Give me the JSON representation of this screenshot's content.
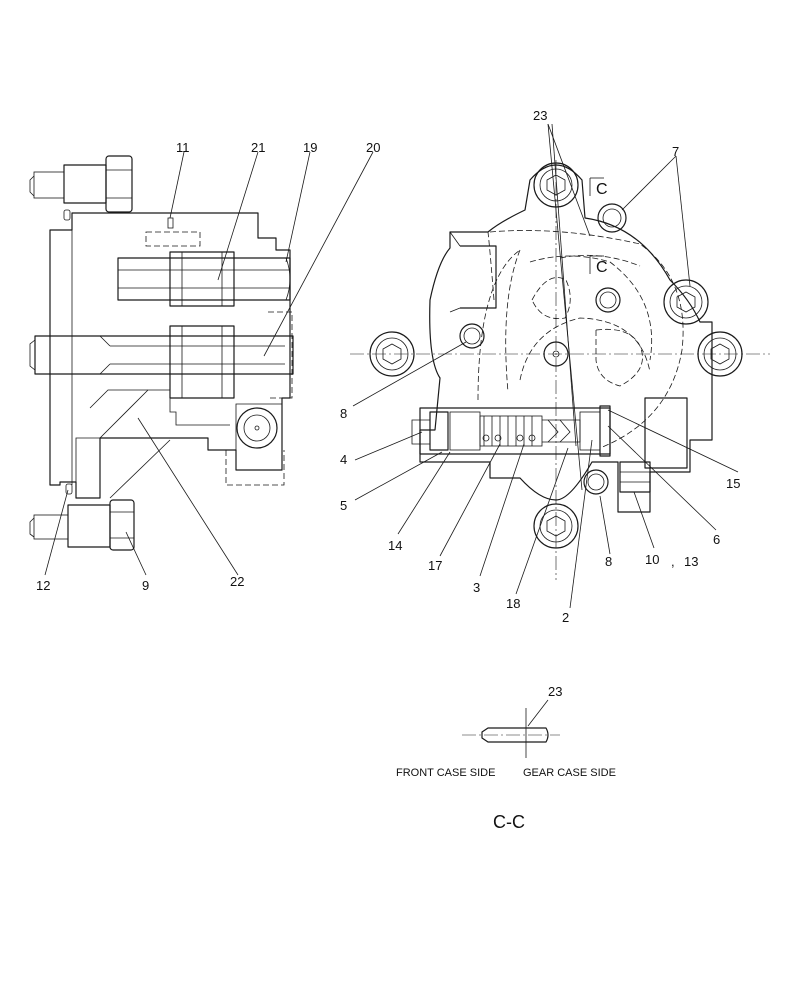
{
  "callouts": {
    "c11": "11",
    "c21": "21",
    "c19": "19",
    "c20": "20",
    "c12": "12",
    "c9": "9",
    "c22": "22",
    "c23": "23",
    "c7": "7",
    "c8a": "8",
    "c4": "4",
    "c5": "5",
    "c14": "14",
    "c17": "17",
    "c3": "3",
    "c18": "18",
    "c2": "2",
    "c8b": "8",
    "c10": "10",
    "c13sep": ",",
    "c13": "13",
    "c6": "6",
    "c15": "15",
    "c23b": "23"
  },
  "section_marks": {
    "top": "C",
    "mid": "C"
  },
  "labels": {
    "front_case_side": "FRONT CASE SIDE",
    "gear_case_side": "GEAR CASE SIDE",
    "section_title": "C-C"
  }
}
